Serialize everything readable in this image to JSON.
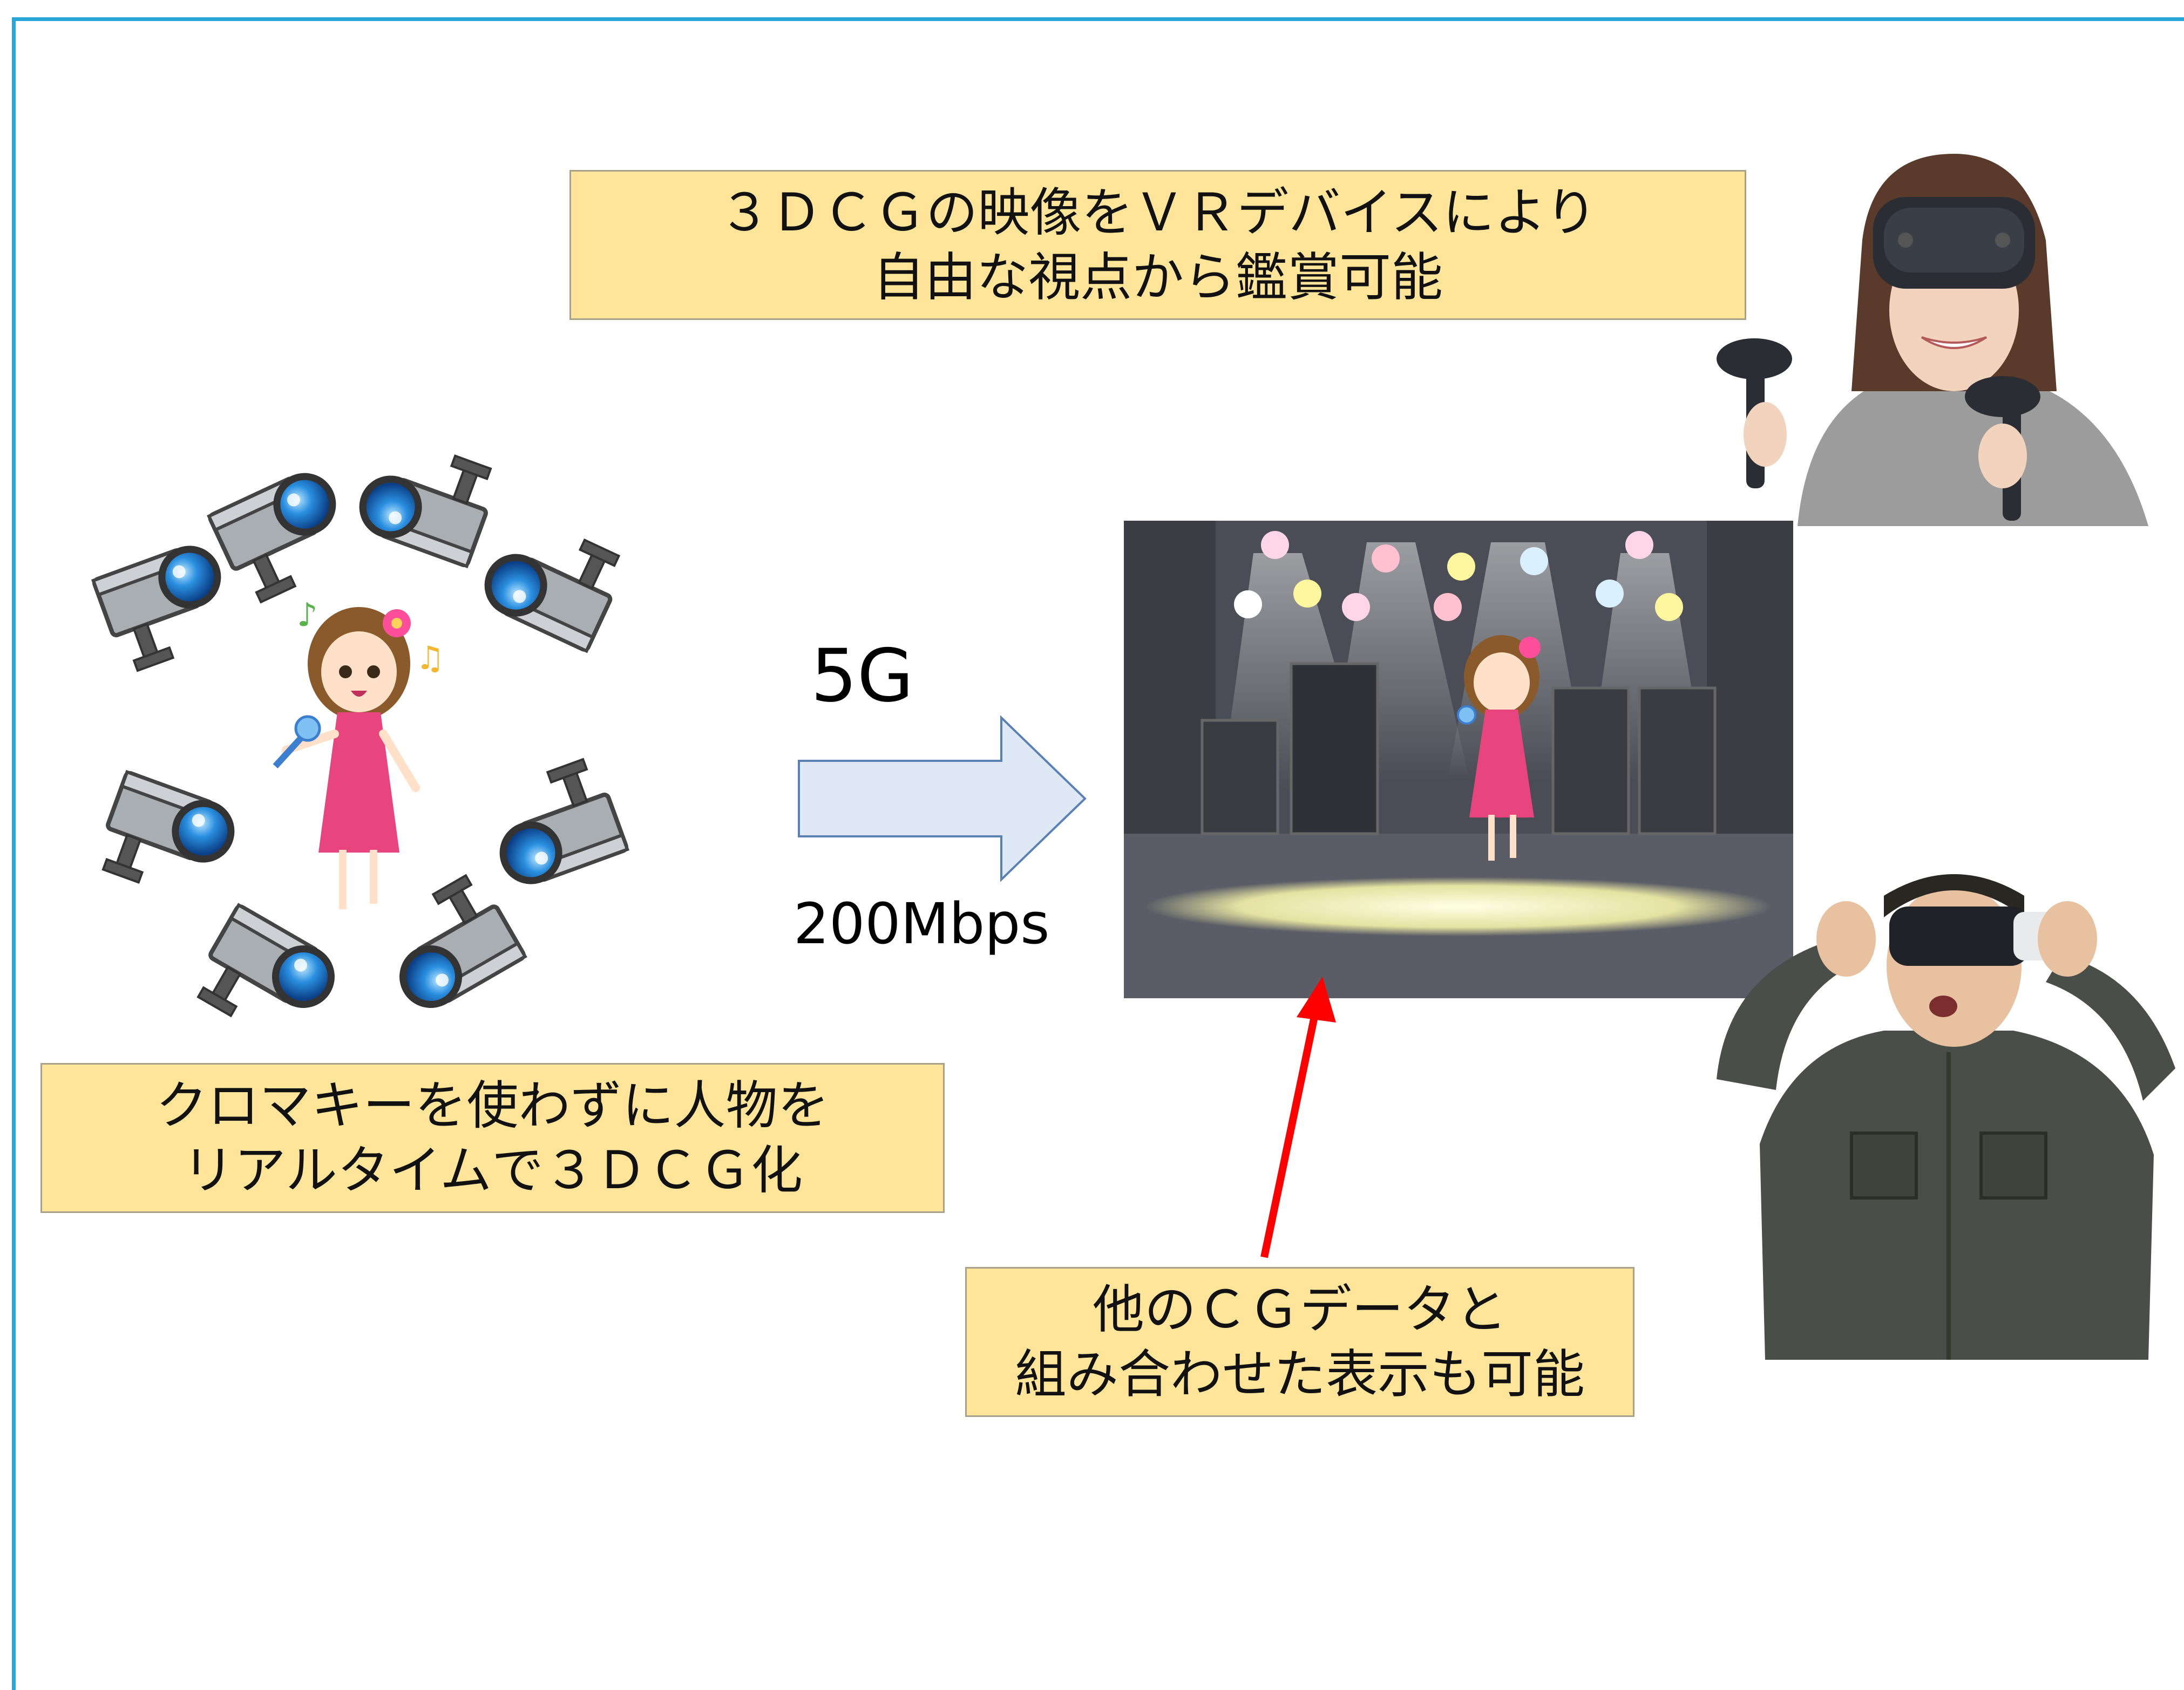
{
  "top_callout": {
    "line1": "３ＤＣＧの映像をＶＲデバイスにより",
    "line2": "自由な視点から鑑賞可能"
  },
  "left_callout": {
    "line1": "クロマキーを使わずに人物を",
    "line2": "リアルタイムで３ＤＣＧ化"
  },
  "bottom_callout": {
    "line1": "他のＣＧデータと",
    "line2": "組み合わせた表示も可能"
  },
  "transfer": {
    "network": "5G",
    "rate": "200Mbps"
  },
  "colors": {
    "frame": "#2aa6d6",
    "callout_fill": "#ffe599",
    "arrow_fill": "#dfe9f5",
    "arrow_stroke": "#5b80b6",
    "red_arrow": "#ff0000"
  }
}
